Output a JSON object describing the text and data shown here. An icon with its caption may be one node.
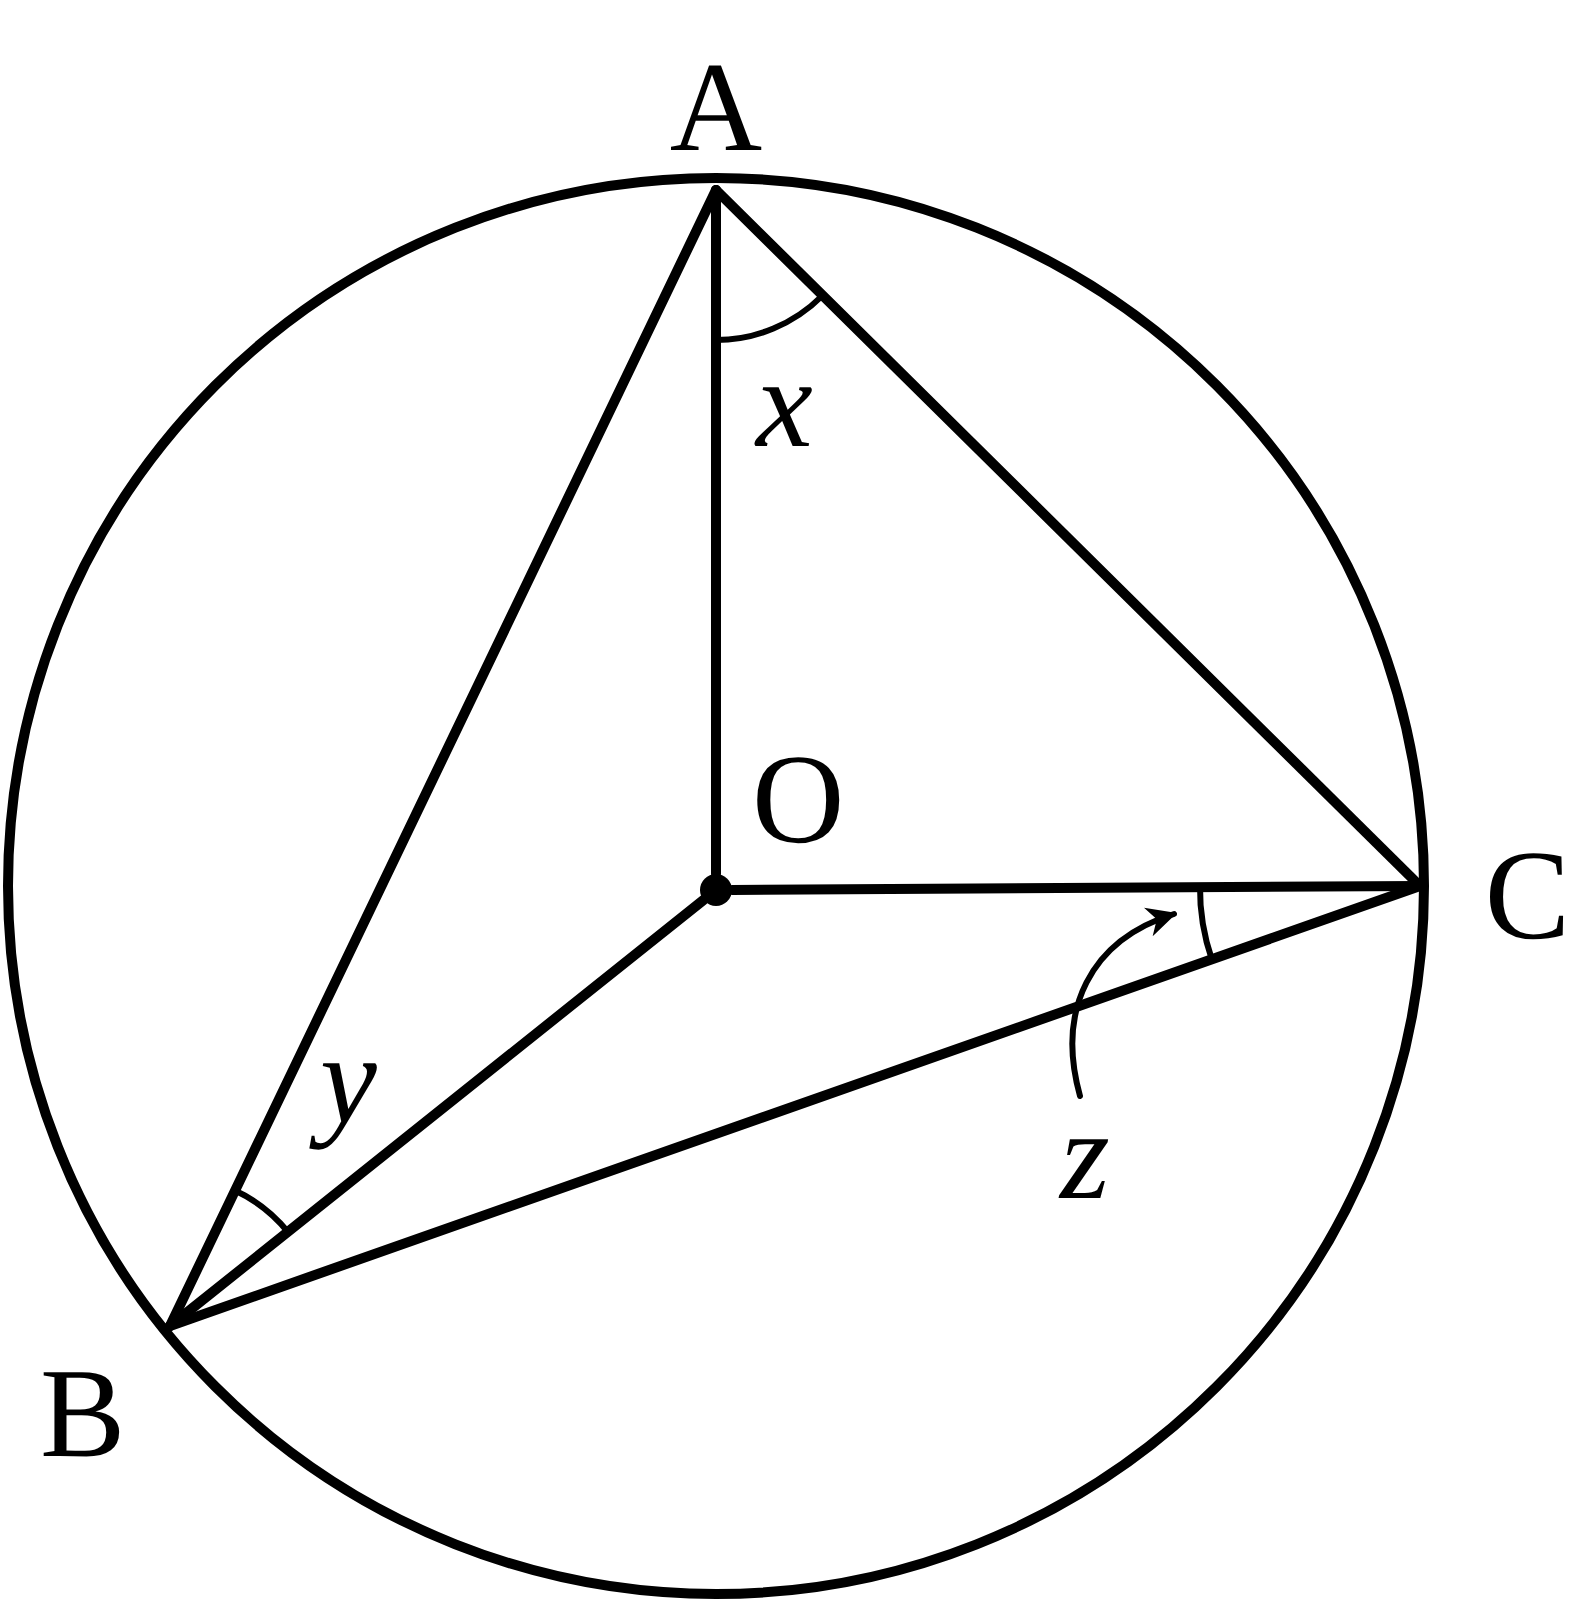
{
  "diagram": {
    "nodes": [
      {
        "text": [
          "A"
        ]
      },
      {
        "text": [],
        "shape": "circle",
        "beside": [
          "O"
        ]
      },
      {
        "text": [
          "C"
        ]
      },
      {
        "text": [
          "z"
        ]
      },
      {
        "text": [
          "B"
        ]
      }
    ],
    "edges": [
      {
        "from": 0,
        "to": 1,
        "arrow": "none"
      },
      {
        "from": 1,
        "to": 2,
        "arrow": "none"
      },
      {
        "from": 1,
        "to": 4,
        "arrow": "none"
      },
      {
        "from": 0,
        "to": 4,
        "arrow": "none"
      },
      {
        "from": 0,
        "to": 2,
        "arrow": "none"
      },
      {
        "from": 4,
        "to": 2,
        "arrow": "none"
      },
      {
        "from": 3,
        "to": null,
        "arrow": "to"
      }
    ],
    "labels": [
      "x",
      "y"
    ]
  }
}
